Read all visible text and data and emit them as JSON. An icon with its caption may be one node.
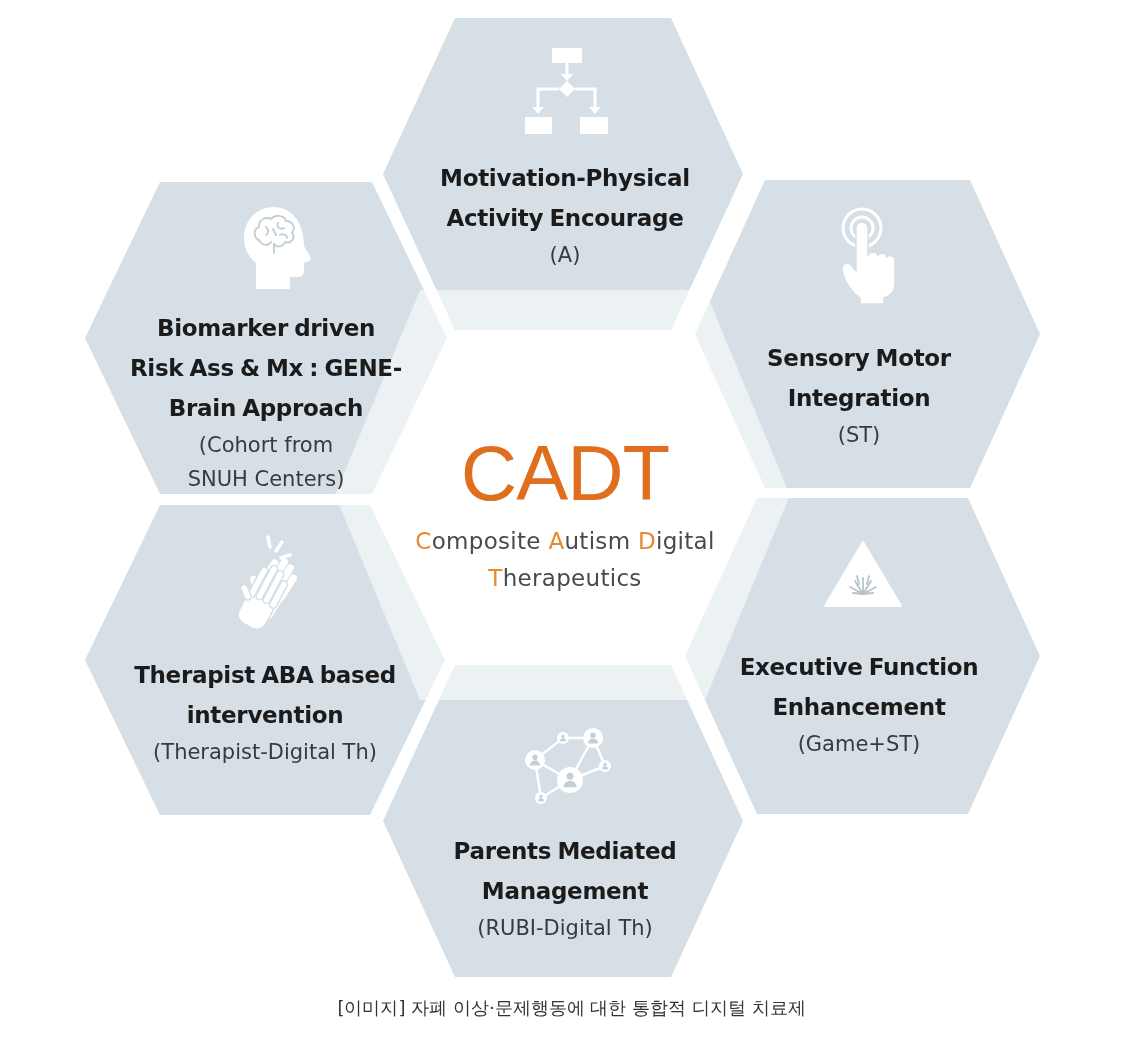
{
  "diagram": {
    "nodes": [
      {
        "text": [
          "Motivation-Physical Activity Encourage",
          "(A)"
        ]
      },
      {
        "text": [
          "Biomarker driven Risk Ass & Mx : GENE-Brain Approach",
          "(Cohort from SNUH Centers)"
        ]
      },
      {
        "text": [
          "Sensory Motor Integration",
          "(ST)"
        ]
      },
      {
        "text": [
          "CADT",
          "Composite Autism Digital Therapeutics"
        ]
      },
      {
        "text": [
          "Therapist ABA based intervention",
          "(Therapist-Digital Th)"
        ]
      },
      {
        "text": [
          "Executive Function Enhancement",
          "(Game+ST)"
        ]
      },
      {
        "text": [
          "Parents Mediated Management",
          "(RUBI-Digital Th)"
        ]
      }
    ],
    "caption": "[이미지] 자폐 이상·문제행동에 대한 통합적 디지털 치료제"
  }
}
